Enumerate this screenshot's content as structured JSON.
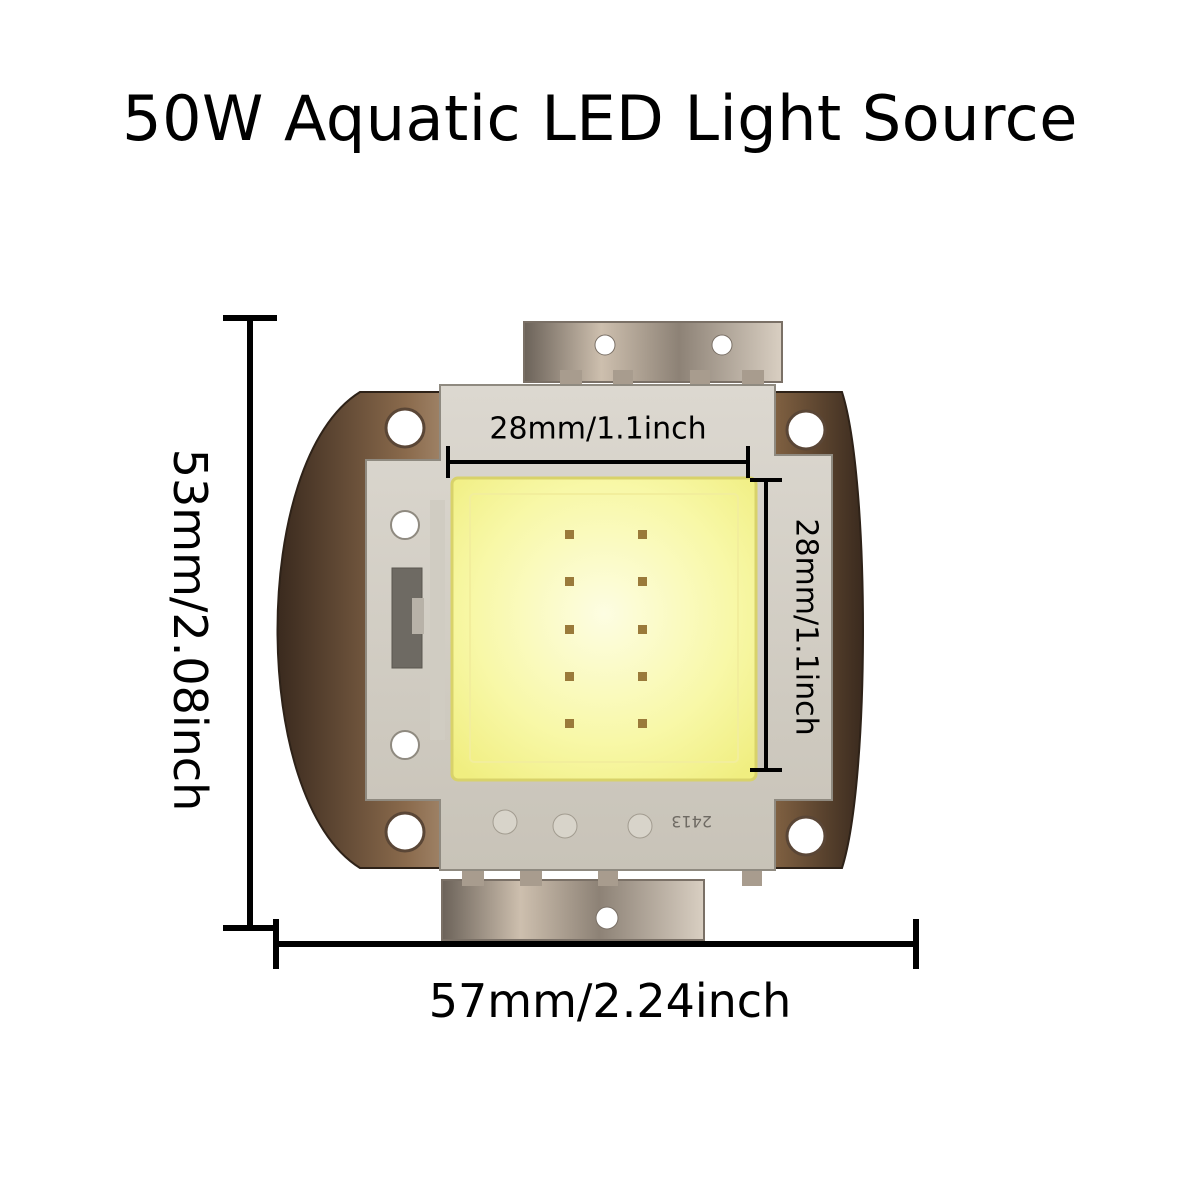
{
  "title": "50W Aquatic LED Light Source",
  "dimensions": {
    "height": "53mm/2.08inch",
    "width": "57mm/2.24inch",
    "chip_width": "28mm/1.1inch",
    "chip_height": "28mm/1.1inch"
  },
  "stamp": "2413",
  "colors": {
    "copper_base": "#8a6a4c",
    "frame": "#d2cfc7",
    "led_chip": "#fbfb9a",
    "bond_pad": "#9a7a3a",
    "dimension_line": "#000000"
  },
  "icon": "led-chip-icon"
}
